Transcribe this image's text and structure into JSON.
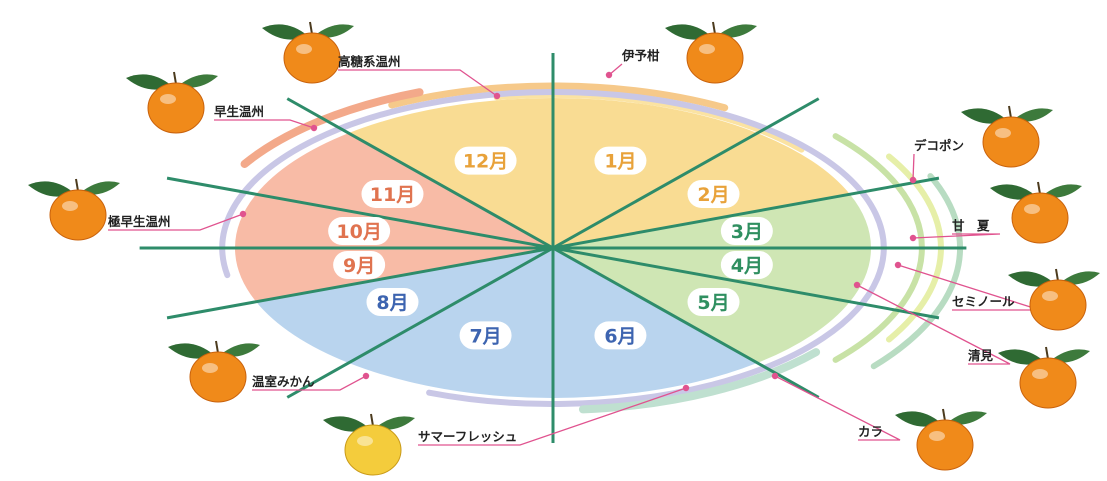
{
  "colors": {
    "winter_sector": "#f9dc93",
    "spring_sector": "#cfe6b4",
    "summer_sector": "#b9d4ee",
    "autumn_sector": "#f8bba6",
    "spokes": "#2e8c6a",
    "leader": "#e0538f",
    "winter_text": "#e8a23a",
    "spring_text": "#2f8f60",
    "summer_text": "#3d64b0",
    "autumn_text": "#e0734f"
  },
  "months": [
    {
      "label": "1月",
      "season": "winter"
    },
    {
      "label": "2月",
      "season": "winter"
    },
    {
      "label": "3月",
      "season": "spring"
    },
    {
      "label": "4月",
      "season": "spring"
    },
    {
      "label": "5月",
      "season": "spring"
    },
    {
      "label": "6月",
      "season": "summer"
    },
    {
      "label": "7月",
      "season": "summer"
    },
    {
      "label": "8月",
      "season": "summer"
    },
    {
      "label": "9月",
      "season": "autumn"
    },
    {
      "label": "10月",
      "season": "autumn"
    },
    {
      "label": "11月",
      "season": "autumn"
    },
    {
      "label": "12月",
      "season": "winter"
    }
  ],
  "varieties": [
    {
      "name": "伊予柑",
      "icon": "orange-fruit-icon"
    },
    {
      "name": "高糖系温州",
      "icon": "orange-fruit-icon"
    },
    {
      "name": "早生温州",
      "icon": "orange-fruit-icon"
    },
    {
      "name": "極早生温州",
      "icon": "orange-fruit-icon"
    },
    {
      "name": "温室みかん",
      "icon": "orange-fruit-icon"
    },
    {
      "name": "サマーフレッシュ",
      "icon": "yellow-citrus-icon"
    },
    {
      "name": "デコポン",
      "icon": "orange-fruit-icon"
    },
    {
      "name": "甘　夏",
      "icon": "orange-fruit-icon"
    },
    {
      "name": "セミノール",
      "icon": "orange-fruit-icon"
    },
    {
      "name": "清見",
      "icon": "orange-fruit-icon"
    },
    {
      "name": "カラ",
      "icon": "orange-fruit-icon"
    }
  ]
}
